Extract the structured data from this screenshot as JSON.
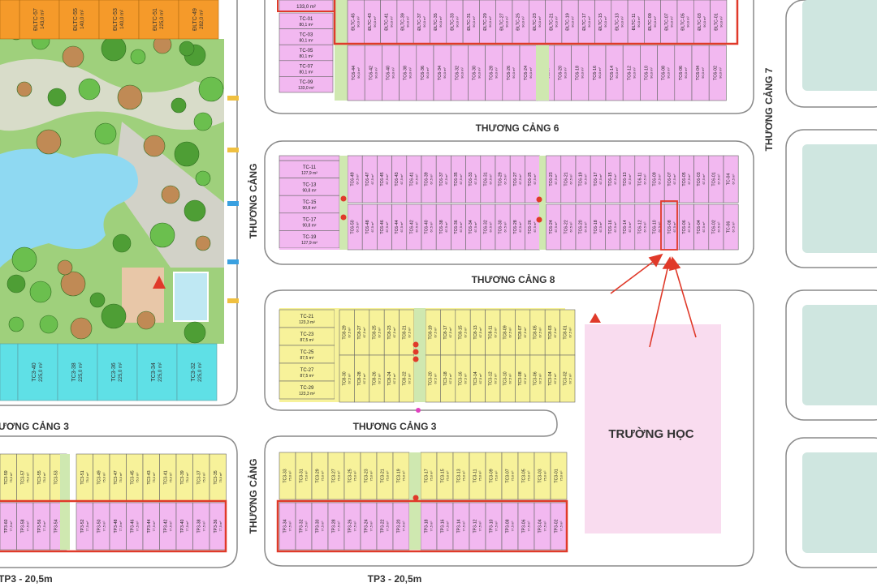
{
  "streets": {
    "thuong_cang_6": "THƯƠNG CẢNG 6",
    "thuong_cang_8": "THƯƠNG CẢNG 8",
    "thuong_cang_3_mid": "THƯƠNG CẢNG 3",
    "thuong_cang_3_left": "ƯƠNG CẢNG 3",
    "thuong_cang_7": "THƯƠNG CẢNG 7",
    "thuong_cang_vertical_upper": "THƯƠNG CẢNG",
    "thuong_cang_vertical_lower": "THƯƠNG CẢNG",
    "tp3_left": "TP3 - 20,5m",
    "tp3_mid": "TP3 - 20,5m"
  },
  "school": {
    "label": "TRƯỜNG HỌC"
  },
  "colors": {
    "pink_lot": "#f2b8f0",
    "yellow_lot": "#f7f29a",
    "orange_lot": "#f59a2a",
    "cyan_lot": "#5fe0e6",
    "green_strip": "#cfe8b0",
    "school_bg": "#f9dcef",
    "highlight": "#e03a2a",
    "road_edge": "#8a8a8a",
    "park_green": "#6bbf4e",
    "pool": "#8fd9f2",
    "teal_block": "#cfe6e0"
  },
  "blocks": {
    "top_orange": {
      "ids": [
        "ĐLTC-57",
        "ĐLTC-55",
        "ĐLTC-53",
        "ĐLTC-51",
        "ĐLTC-49"
      ],
      "areas": [
        "143,0 m²",
        "140,0 m²",
        "140,0 m²",
        "225,0 m²",
        "282,0 m²"
      ]
    },
    "tc_left_top": {
      "ids": [
        "TC-01",
        "TC-03",
        "TC-05",
        "TC-07",
        "TC-09"
      ],
      "areas": [
        "80,1 m²",
        "80,1 m²",
        "80,1 m²",
        "80,1 m²",
        "133,0 m²"
      ],
      "top_partial": "133,0 m²"
    },
    "dltc_top": {
      "ids": [
        "ĐLTC-45",
        "ĐLTC-43",
        "ĐLTC-41",
        "ĐLTC-39",
        "ĐLTC-37",
        "ĐLTC-35",
        "ĐLTC-33",
        "ĐLTC-31",
        "ĐLTC-29",
        "ĐLTC-27",
        "ĐLTC-25",
        "ĐLTC-23",
        "ĐLTC-21",
        "ĐLTC-19",
        "ĐLTC-17",
        "ĐLTC-15",
        "ĐLTC-13",
        "ĐLTC-11",
        "ĐLTC-09",
        "ĐLTC-07",
        "ĐLTC-05",
        "ĐLTC-03",
        "ĐLTC-01"
      ],
      "area": "90,0 m²"
    },
    "tc6_top": {
      "ids": [
        "TC6-44",
        "TC6-42",
        "TC6-40",
        "TC6-38",
        "TC6-36",
        "TC6-34",
        "TC6-32",
        "TC6-30",
        "TC6-28",
        "TC6-26",
        "TC6-24",
        "TC6-22",
        "TC6-20",
        "TC6-18",
        "TC6-16",
        "TC6-14",
        "TC6-12",
        "TC6-10",
        "TC6-08",
        "TC6-06",
        "TC6-04",
        "TC6-02"
      ],
      "area": "90,0 m²"
    },
    "tc_left_mid": {
      "ids": [
        "TC-11",
        "TC-13",
        "TC-15",
        "TC-17",
        "TC-19"
      ],
      "areas": [
        "127,9 m²",
        "90,8 m²",
        "90,8 m²",
        "90,8 m²",
        "127,9 m²"
      ]
    },
    "tc6_mid_upper": {
      "ids": [
        "TC6-49",
        "TC6-47",
        "TC6-45",
        "TC6-43",
        "TC6-41",
        "TC6-39",
        "TC6-37",
        "TC6-35",
        "TC6-33",
        "TC6-31",
        "TC6-29",
        "TC6-27",
        "TC6-25",
        "TC6-23",
        "TC6-21",
        "TC6-19",
        "TC6-17",
        "TC6-15",
        "TC6-13",
        "TC6-11",
        "TC6-09",
        "TC6-07",
        "TC6-05",
        "TC6-03",
        "TC6-01",
        "TC-04"
      ],
      "area": "67,5 m²"
    },
    "tc6_mid_lower": {
      "ids": [
        "TC6-50",
        "TC6-48",
        "TC6-46",
        "TC6-44",
        "TC6-42",
        "TC6-40",
        "TC6-38",
        "TC6-36",
        "TC6-34",
        "TC6-32",
        "TC6-30",
        "TC6-28",
        "TC6-26",
        "TC6-24",
        "TC6-22",
        "TC6-20",
        "TC6-18",
        "TC6-16",
        "TC6-14",
        "TC6-12",
        "TC6-10",
        "TC6-08",
        "TC6-06",
        "TC6-04",
        "TC6-02",
        "TC-06"
      ],
      "area": "67,5 m²",
      "highlight_index": 21
    },
    "tc_yellow_left": {
      "ids": [
        "TC-21",
        "TC-23",
        "TC-25",
        "TC-27",
        "TC-29"
      ],
      "areas": [
        "123,3 m²",
        "87,5 m²",
        "87,5 m²",
        "87,5 m²",
        "123,3 m²"
      ]
    },
    "tc8_upper": {
      "ids": [
        "TC8-29",
        "TC8-27",
        "TC8-25",
        "TC8-23",
        "TC8-21",
        "TC8-19",
        "TC8-17",
        "TC8-15",
        "TC8-13",
        "TC8-11",
        "TC8-09",
        "TC8-07",
        "TC8-05",
        "TC8-03",
        "TC8-01"
      ],
      "area": "67,5 m²"
    },
    "tc8_lower": {
      "ids": [
        "TC8-30",
        "TC8-28",
        "TC8-26",
        "TC8-24",
        "TC8-22",
        "TC3-20",
        "TC3-18",
        "TC3-16",
        "TC3-14",
        "TC3-12",
        "TC3-10",
        "TC3-08",
        "TC3-06",
        "TC3-04",
        "TC3-02"
      ],
      "area": "67,5 m²"
    },
    "cyan_row": {
      "ids": [
        "TC3-40",
        "TC3-38",
        "TC3-36",
        "TC3-34",
        "TC3-32"
      ],
      "area": "225,0 m²"
    },
    "bl_top": {
      "ids": [
        "TC3-59",
        "TC3-57",
        "TC3-55",
        "TC3-53",
        "TC3-51",
        "TC3-49",
        "TC3-47",
        "TC3-45",
        "TC3-43",
        "TC3-41",
        "TC3-39",
        "TC3-37",
        "TC3-35"
      ],
      "area": "75,0 m²"
    },
    "bl_bottom": {
      "ids": [
        "TP3-60",
        "TP3-58",
        "TP3-56",
        "TP3-54",
        "TP3-52",
        "TP3-50",
        "TP3-48",
        "TP3-46",
        "TP3-44",
        "TP3-42",
        "TP3-40",
        "TP3-38",
        "TP3-36"
      ],
      "area": "77,5 m²"
    },
    "bm_top": {
      "ids": [
        "TC3-33",
        "TC3-31",
        "TC3-29",
        "TC3-27",
        "TC3-25",
        "TC3-23",
        "TC3-21",
        "TC3-19",
        "TC3-17",
        "TC3-15",
        "TC3-13",
        "TC3-11",
        "TC3-09",
        "TC3-07",
        "TC3-05",
        "TC3-03",
        "TC3-01"
      ],
      "area": "75,0 m²"
    },
    "bm_bottom": {
      "ids": [
        "TP3-34",
        "TP3-32",
        "TP3-30",
        "TP3-28",
        "TP3-26",
        "TP3-24",
        "TP3-22",
        "TP3-20",
        "TP3-18",
        "TP3-16",
        "TP3-14",
        "TP3-12",
        "TP3-10",
        "TP3-08",
        "TP3-06",
        "TP3-04",
        "TP3-02"
      ],
      "area": "77,5 m²"
    }
  }
}
